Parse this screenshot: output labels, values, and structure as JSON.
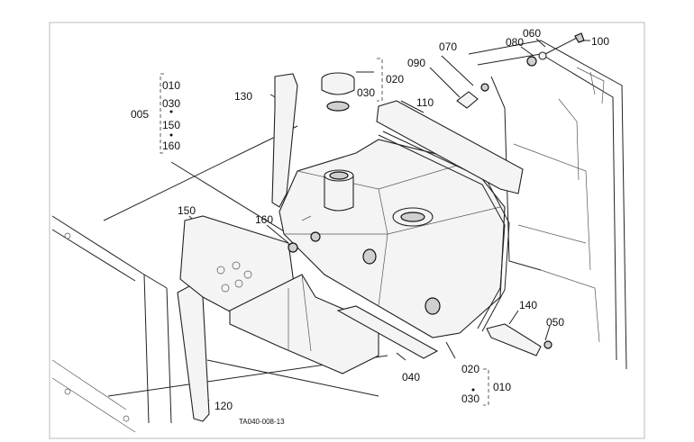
{
  "labels": {
    "p005": "005",
    "p010a": "010",
    "p030a": "030",
    "p150a": "150",
    "p160a": "160",
    "p010b": "010",
    "p020a": "020",
    "p020b": "020",
    "p030b": "030",
    "p030c": "030",
    "p040": "040",
    "p050": "050",
    "p060": "060",
    "p070": "070",
    "p080": "080",
    "p090": "090",
    "p100": "100",
    "p110": "110",
    "p120": "120",
    "p130": "130",
    "p140": "140",
    "p150b": "150",
    "p160b": "160"
  },
  "footer": {
    "code": "TA040-008-13"
  }
}
